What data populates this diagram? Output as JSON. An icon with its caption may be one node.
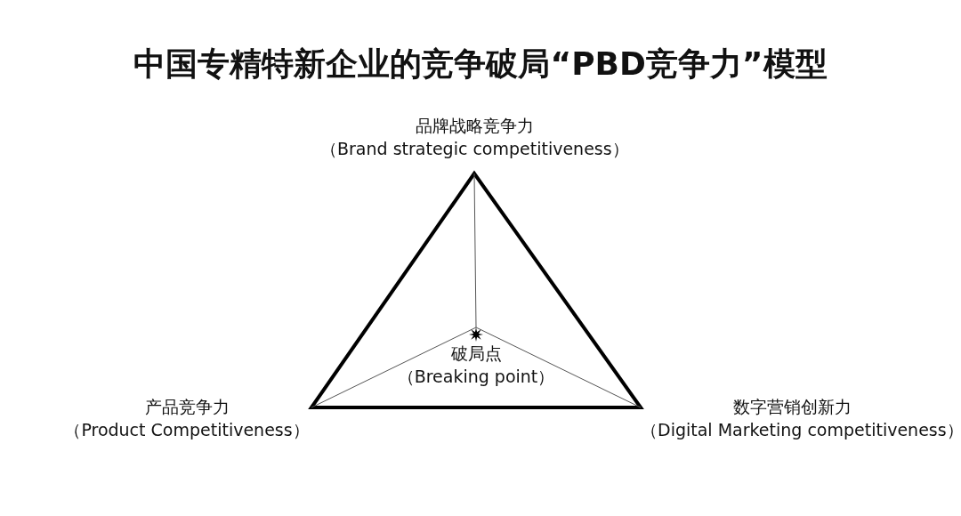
{
  "diagram": {
    "title": "中国专精特新企业的竞争破局“PBD竞争力”模型",
    "nodes": [
      {
        "text": [
          "品牌战略竞争力",
          "（Brand strategic competitiveness）"
        ]
      },
      {
        "text": [
          "产品竞争力",
          "（Product Competitiveness）"
        ]
      },
      {
        "text": [
          "数字营销创新力",
          "（Digital Marketing competitiveness）"
        ]
      },
      {
        "text": [
          "破局点",
          "（Breaking point）"
        ]
      }
    ],
    "edges": [
      {
        "from": 3,
        "to": 0,
        "arrow": "none"
      },
      {
        "from": 3,
        "to": 1,
        "arrow": "none"
      },
      {
        "from": 3,
        "to": 2,
        "arrow": "none"
      }
    ]
  }
}
